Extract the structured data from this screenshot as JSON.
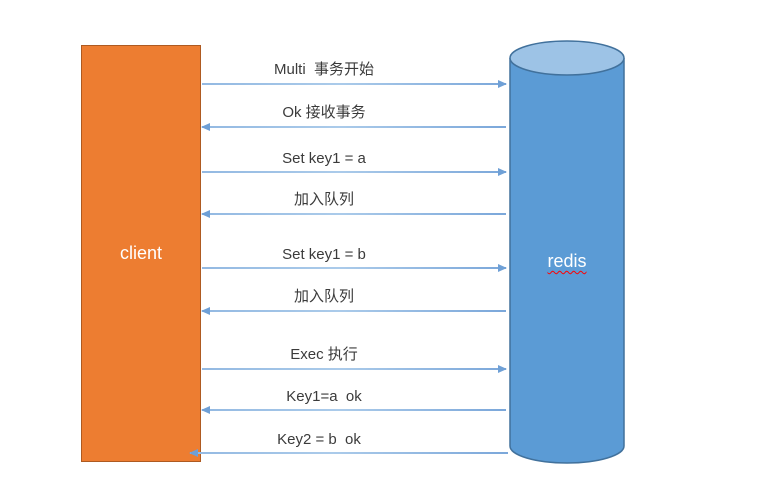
{
  "diagram": {
    "client_label": "client",
    "server_label": "redis",
    "messages": [
      {
        "label": "Multi  事务开始",
        "direction": "right"
      },
      {
        "label": "Ok 接收事务",
        "direction": "left"
      },
      {
        "label": "Set key1 = a",
        "direction": "right"
      },
      {
        "label": "加入队列",
        "direction": "left"
      },
      {
        "label": "Set key1 = b",
        "direction": "right"
      },
      {
        "label": "加入队列",
        "direction": "left"
      },
      {
        "label": "Exec 执行",
        "direction": "right"
      },
      {
        "label": "Key1=a  ok",
        "direction": "left"
      },
      {
        "label": "Key2 = b  ok",
        "direction": "left"
      }
    ],
    "colors": {
      "client_fill": "#ED7D31",
      "client_border": "#AE5A21",
      "server_fill": "#5B9BD5",
      "server_top_fill": "#9DC3E6",
      "server_border": "#41719C",
      "arrow": "#7BA7DA",
      "label_text": "#3B3B3B",
      "spellcheck_underline": "#FF0000"
    }
  }
}
